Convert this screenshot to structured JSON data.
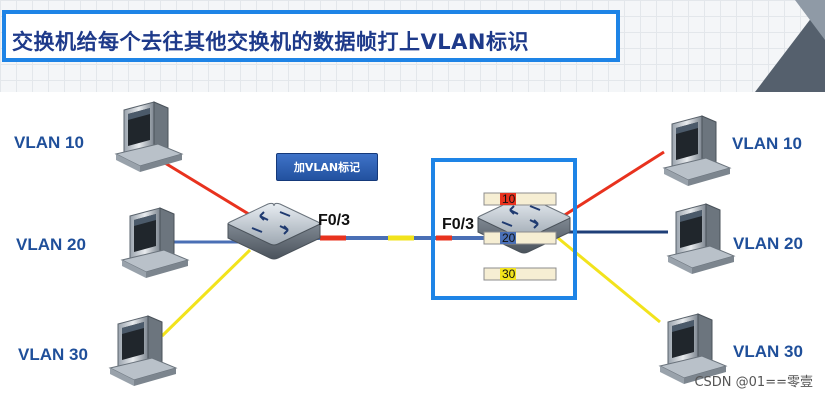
{
  "title": "交换机给每个去往其他交换机的数据帧打上VLAN标识",
  "left_hosts": [
    {
      "label": "VLAN 10",
      "color": "#e8321e"
    },
    {
      "label": "VLAN 20",
      "color": "#4a6fb5"
    },
    {
      "label": "VLAN 30",
      "color": "#f2e31c"
    }
  ],
  "right_hosts": [
    {
      "label": "VLAN 10",
      "color": "#e8321e"
    },
    {
      "label": "VLAN 20",
      "color": "#4a6fb5"
    },
    {
      "label": "VLAN 30",
      "color": "#f2e31c"
    }
  ],
  "left_switch": {
    "port_label": "F0/3"
  },
  "right_switch": {
    "port_label": "F0/3"
  },
  "tag_button": {
    "label": "加VLAN标记"
  },
  "frame_tags": [
    "10",
    "20",
    "30"
  ],
  "watermark": "CSDN @01==零壹",
  "colors": {
    "title_border": "#1e84e6",
    "title_text": "#1e3a8a",
    "vlan_label": "#1f4f9a"
  }
}
